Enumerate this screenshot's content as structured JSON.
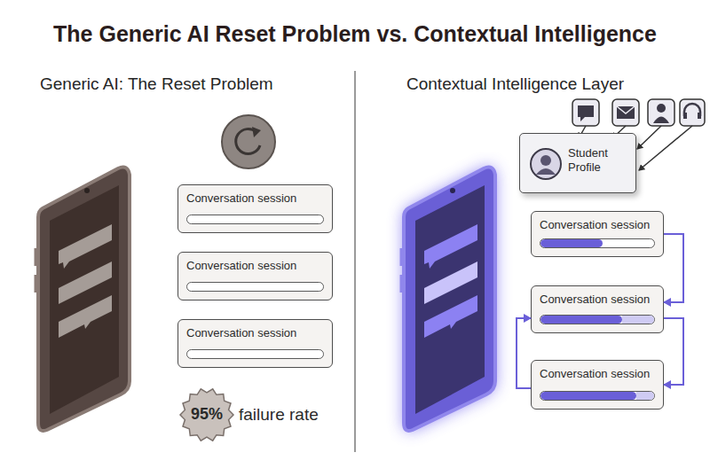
{
  "diagram": {
    "title": "The Generic AI Reset Problem vs. Contextual Intelligence",
    "nodes": [
      {
        "text": [
          "Conversation session"
        ]
      },
      {
        "text": [
          "Conversation session"
        ]
      },
      {
        "text": [
          "Conversation session"
        ]
      },
      {
        "text": [
          "95%",
          "failure rate"
        ]
      },
      {
        "text": [
          "Student Profile"
        ]
      },
      {
        "text": [
          "Conversation session"
        ]
      },
      {
        "text": [
          "Conversation session"
        ]
      },
      {
        "text": [
          "Conversation session"
        ]
      }
    ],
    "edges": [
      {
        "from": 5,
        "to": 6,
        "arrow": "to"
      },
      {
        "from": 7,
        "to": 6,
        "arrow": "to"
      },
      {
        "from": 6,
        "to": 7,
        "arrow": "to"
      }
    ],
    "labels": [
      "Generic AI: The Reset Problem",
      "Contextual Intelligence Layer"
    ]
  }
}
